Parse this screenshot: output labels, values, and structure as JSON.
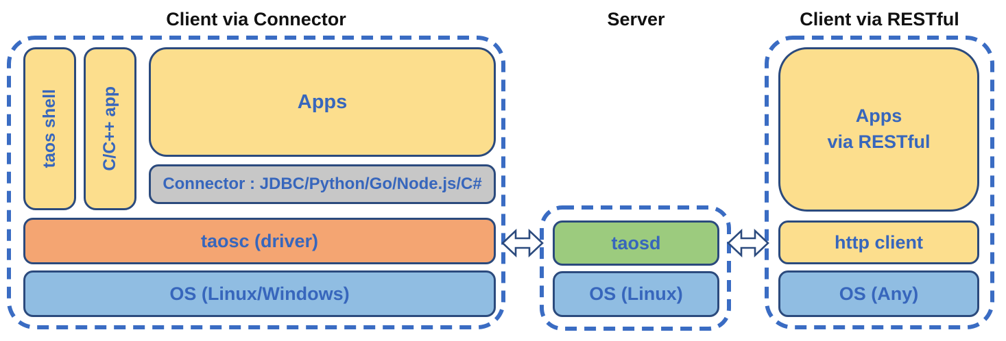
{
  "colors": {
    "box_fill_yellow": "#FCDE8D",
    "box_fill_gray": "#C7C7C7",
    "box_fill_orange": "#F4A572",
    "box_fill_blue": "#90BDE2",
    "box_fill_green": "#9CCB7E",
    "box_border_navy": "#2B4A7D",
    "dashed_group_blue": "#3A6CC3",
    "label_blue": "#3766BC",
    "title_black": "#111111"
  },
  "client_connector": {
    "title": "Client via Connector",
    "taos_shell_label": "taos shell",
    "cpp_app_label": "C/C++ app",
    "apps_label": "Apps",
    "connector_label": "Connector : JDBC/Python/Go/Node.js/C#",
    "taosc_label": "taosc (driver)",
    "os_label": "OS (Linux/Windows)"
  },
  "server": {
    "title": "Server",
    "taosd_label": "taosd",
    "os_label": "OS (Linux)"
  },
  "client_restful": {
    "title": "Client via RESTful",
    "apps_label_line1": "Apps",
    "apps_label_line2": "via RESTful",
    "http_client_label": "http client",
    "os_label": "OS (Any)"
  },
  "icons": {
    "left_link": "bidirectional-arrow-icon",
    "right_link": "bidirectional-arrow-icon"
  }
}
